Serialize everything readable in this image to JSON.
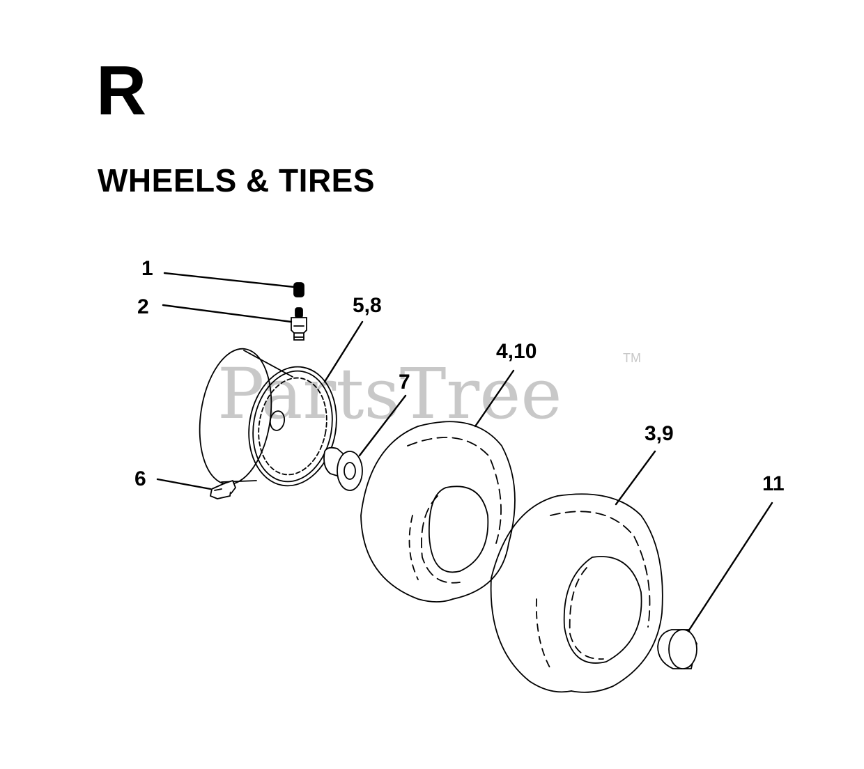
{
  "section": {
    "letter": "R",
    "title": "WHEELS & TIRES"
  },
  "watermark": {
    "text": "PartsTree",
    "trademark": "TM",
    "color": "#c8c8c8"
  },
  "callouts": [
    {
      "id": "cap",
      "label": "1"
    },
    {
      "id": "valve",
      "label": "2"
    },
    {
      "id": "rim",
      "label": "5,8"
    },
    {
      "id": "bushing",
      "label": "7"
    },
    {
      "id": "tire-front",
      "label": "4,10"
    },
    {
      "id": "tire-rear",
      "label": "3,9"
    },
    {
      "id": "screw",
      "label": "6"
    },
    {
      "id": "plug",
      "label": "11"
    }
  ]
}
